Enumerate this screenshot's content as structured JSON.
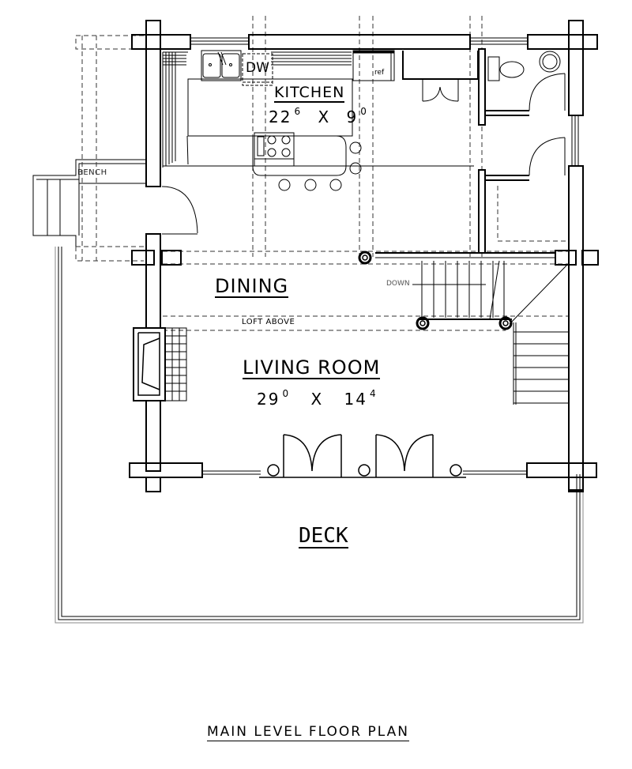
{
  "plan": {
    "title": "MAIN LEVEL FLOOR PLAN",
    "colors": {
      "line": "#000000",
      "dashed": "#333333",
      "background": "#ffffff"
    }
  },
  "rooms": {
    "kitchen": {
      "name": "KITCHEN",
      "dim_a": "22",
      "dim_a_sup": "6",
      "x": "X",
      "dim_b": "9",
      "dim_b_sup": "0"
    },
    "dining": {
      "name": "DINING"
    },
    "living": {
      "name": "LIVING ROOM",
      "dim_a": "29",
      "dim_a_sup": "0",
      "x": "X",
      "dim_b": "14",
      "dim_b_sup": "4"
    },
    "deck": {
      "name": "DECK"
    }
  },
  "annotations": {
    "bench": "BENCH",
    "loft": "LOFT ABOVE",
    "down": "DOWN",
    "dishwasher": "DW",
    "refrigerator": "ref"
  },
  "fixtures": [
    "double-sink",
    "dishwasher",
    "cooktop-range",
    "refrigerator",
    "pantry-double-door",
    "toilet",
    "lavatory-sink",
    "fireplace",
    "stairs",
    "french-doors"
  ]
}
